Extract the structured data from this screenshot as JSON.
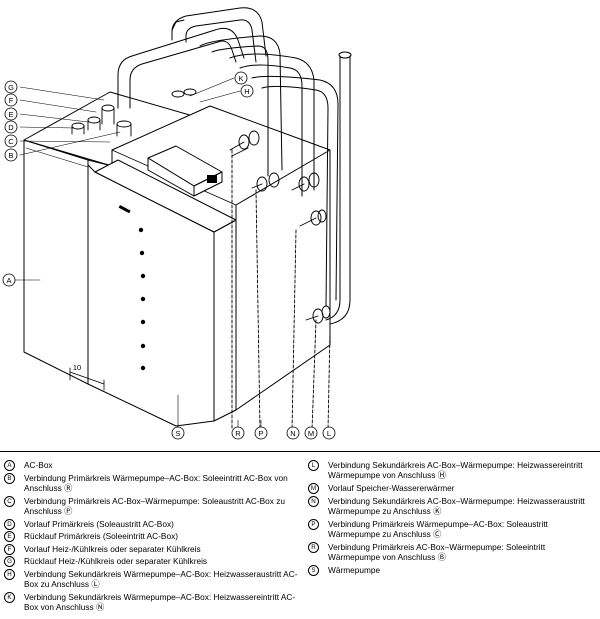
{
  "callouts": {
    "A": "A",
    "B": "B",
    "C": "C",
    "D": "D",
    "E": "E",
    "F": "F",
    "G": "G",
    "H": "H",
    "K": "K",
    "L": "L",
    "M": "M",
    "N": "N",
    "P": "P",
    "R": "R",
    "S": "S"
  },
  "dimension_label": "10",
  "legend_left": [
    {
      "letter": "A",
      "text": "AC-Box"
    },
    {
      "letter": "B",
      "text": "Verbindung Primärkreis Wärmepumpe–AC-Box: Soleeintritt AC-Box von Anschluss Ⓡ"
    },
    {
      "letter": "C",
      "text": "Verbindung Primärkreis AC-Box–Wärmepumpe: Soleaustritt AC-Box zu Anschluss Ⓟ"
    },
    {
      "letter": "D",
      "text": "Vorlauf Primärkreis (Soleaustritt AC-Box)"
    },
    {
      "letter": "E",
      "text": "Rücklauf Primärkreis (Soleeintritt AC-Box)"
    },
    {
      "letter": "F",
      "text": "Vorlauf Heiz-/Kühlkreis oder separater Kühlkreis"
    },
    {
      "letter": "G",
      "text": "Rücklauf Heiz-/Kühlkreis oder separater Kühlkreis"
    },
    {
      "letter": "H",
      "text": "Verbindung Sekundärkreis Wärmepumpe–AC-Box: Heizwasseraustritt AC-Box zu Anschluss Ⓛ"
    },
    {
      "letter": "K",
      "text": "Verbindung Sekundärkreis Wärmepumpe–AC-Box: Heizwassereintritt AC-Box von Anschluss Ⓝ"
    }
  ],
  "legend_right": [
    {
      "letter": "L",
      "text": "Verbindung Sekundärkreis AC-Box–Wärmepumpe: Heizwassereintritt Wärmepumpe von Anschluss Ⓗ"
    },
    {
      "letter": "M",
      "text": "Vorlauf Speicher-Wassererwärmer"
    },
    {
      "letter": "N",
      "text": "Verbindung Sekundärkreis AC-Box–Wärmepumpe: Heizwasseraustritt Wärmepumpe zu Anschluss Ⓚ"
    },
    {
      "letter": "P",
      "text": "Verbindung Primärkreis Wärmepumpe–AC-Box: Soleaustritt Wärmepumpe zu Anschluss Ⓒ"
    },
    {
      "letter": "R",
      "text": "Verbindung Primärkreis AC-Box–Wärmepumpe: Soleeintritt Wärmepumpe von Anschluss Ⓑ"
    },
    {
      "letter": "S",
      "text": "Wärmepumpe"
    }
  ]
}
